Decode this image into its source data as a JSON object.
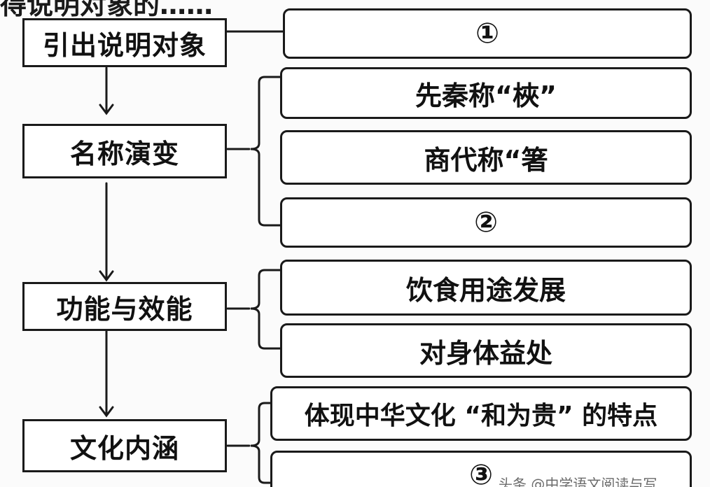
{
  "top_partial_text": "得说明对象的……",
  "left_nodes": [
    {
      "label": "引出说明对象"
    },
    {
      "label": "名称演变"
    },
    {
      "label": "功能与效能"
    },
    {
      "label": "文化内涵"
    }
  ],
  "right_nodes": [
    {
      "label": "①"
    },
    {
      "label": "先秦称“梜”"
    },
    {
      "label": "商代称“箸"
    },
    {
      "label": "②"
    },
    {
      "label": "饮食用途发展"
    },
    {
      "label": "对身体益处"
    },
    {
      "label": "体现中华文化 “和为贵” 的特点"
    },
    {
      "label": "③"
    }
  ],
  "watermark": "头条 @中学语文阅读与写"
}
